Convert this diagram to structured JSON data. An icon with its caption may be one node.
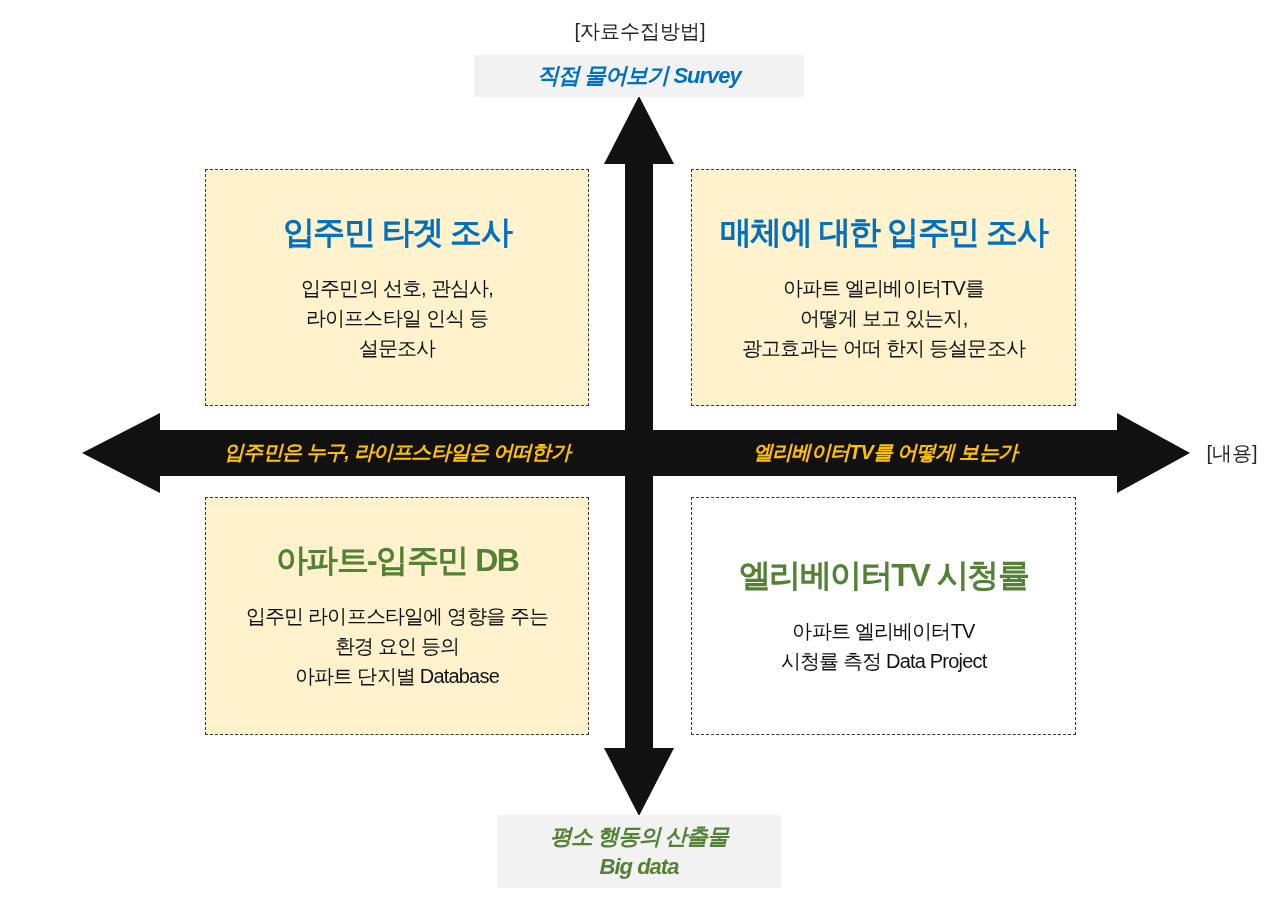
{
  "diagram": {
    "nodes": [
      {
        "text": [
          "직접 물어보기 Survey"
        ]
      },
      {
        "text": [
          "입주민 타겟 조사",
          "입주민의 선호, 관심사, 라이프스타일 인식 등 설문조사"
        ]
      },
      {
        "text": [
          "매체에 대한 입주민 조사",
          "아파트 엘리베이터TV를 어떻게 보고 있는지, 광고효과는 어떠 한지 등설문조사"
        ]
      },
      {
        "text": [
          "아파트-입주민 DB",
          "입주민 라이프스타일에 영향을 주는 환경 요인 등의 아파트 단지별 Database"
        ]
      },
      {
        "text": [
          "엘리베이터TV 시청률",
          "아파트 엘리베이터TV 시청률 측정 Data Project"
        ]
      },
      {
        "text": [
          "평소 행동의 산출물 Big data"
        ]
      }
    ],
    "edges": [
      {
        "from": 0,
        "to": 5,
        "arrow": "both"
      }
    ],
    "labels": [
      "[자료수집방법]",
      "입주민은 누구, 라이프스타일은 어떠한가",
      "엘리베이터TV를 어떻게 보는가",
      "[내용]"
    ]
  }
}
